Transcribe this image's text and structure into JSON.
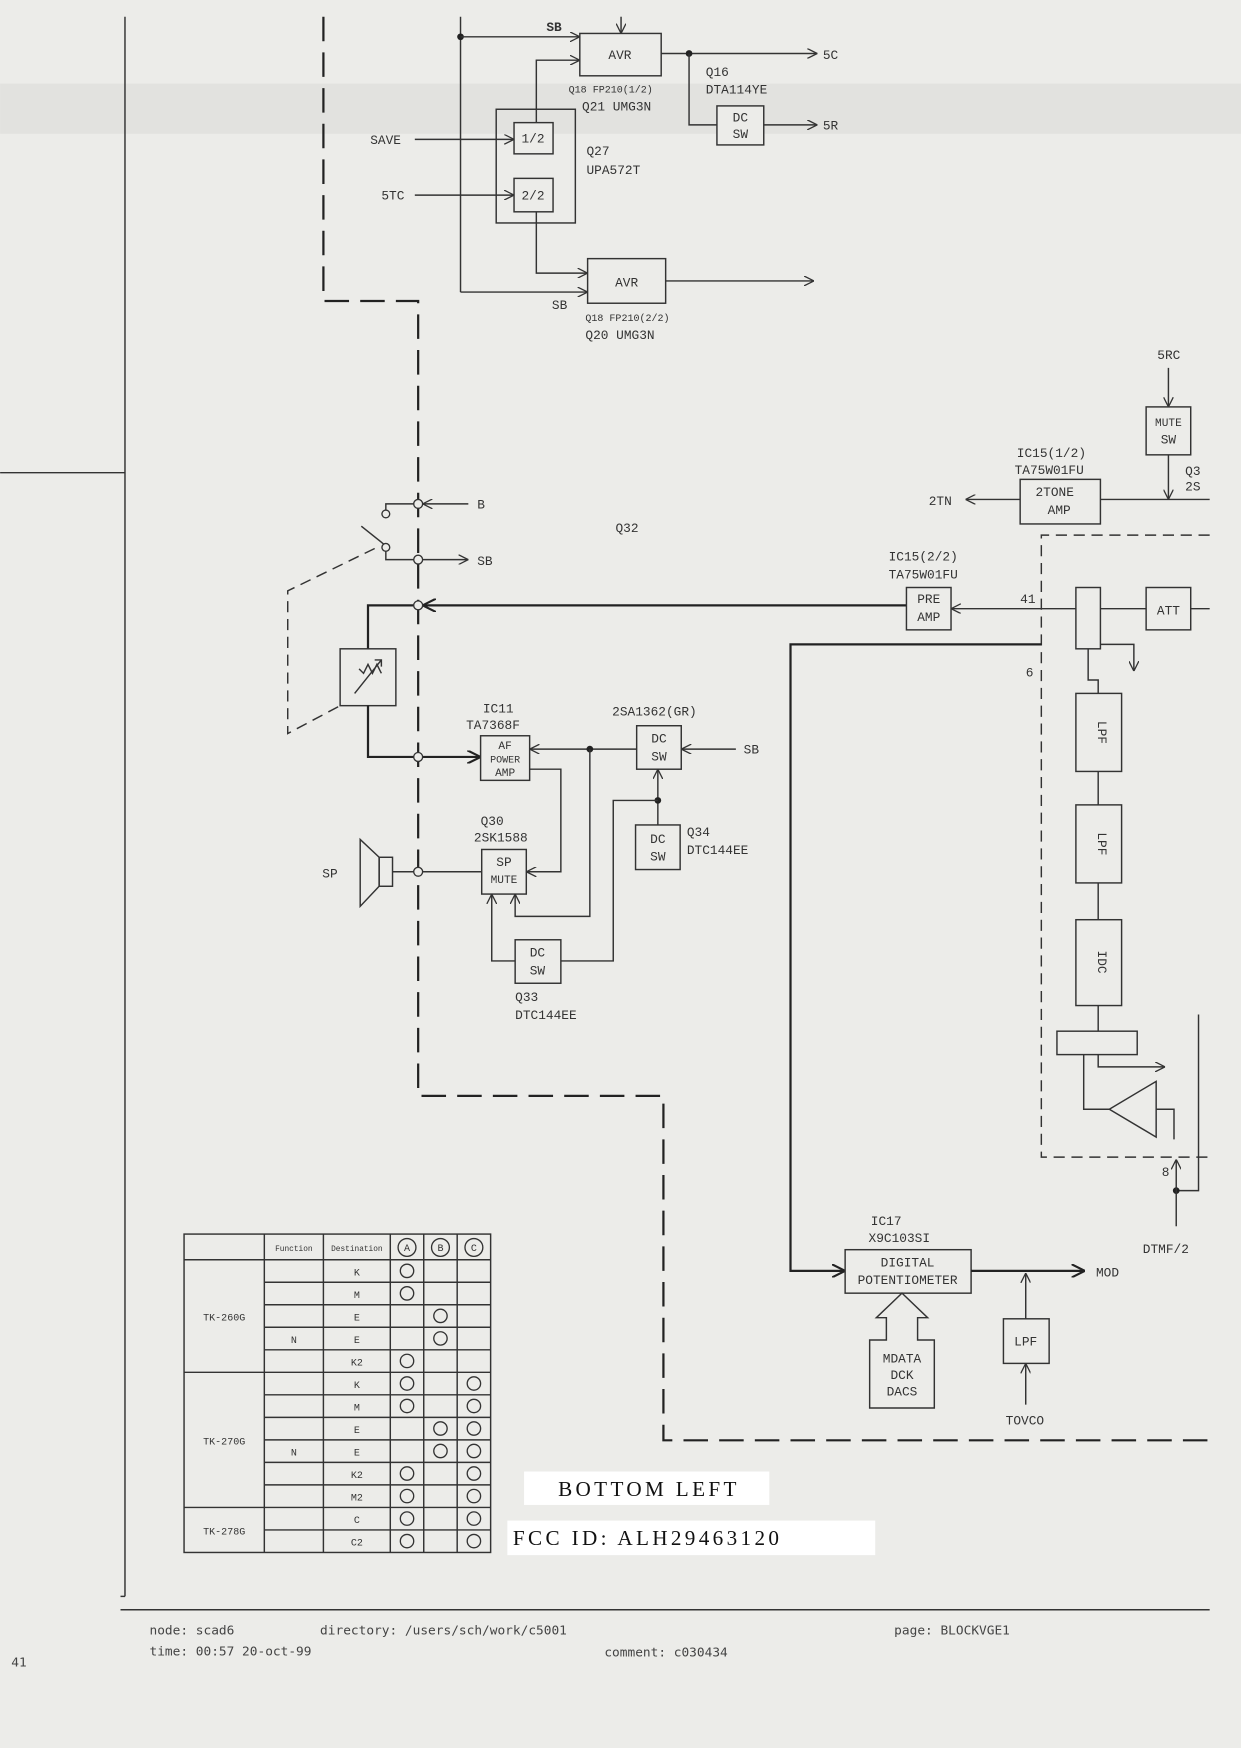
{
  "top": {
    "sb_top": "SB",
    "avr1": "AVR",
    "avr1_part1": "Q18 FP210(1/2)",
    "avr1_part2": "Q21 UMG3N",
    "out_5c": "5C",
    "q16": "Q16",
    "q16_part": "DTA114YE",
    "dcsw": [
      "DC",
      "SW"
    ],
    "out_5r": "5R",
    "save": "SAVE",
    "in_5tc": "5TC",
    "half1": "1/2",
    "half2": "2/2",
    "q27": "Q27",
    "q27_part": "UPA572T",
    "avr2": "AVR",
    "sb_bottom": "SB",
    "avr2_part1": "Q18 FP210(2/2)",
    "avr2_part2": "Q20 UMG3N"
  },
  "middle": {
    "b": "B",
    "sb_out": "SB",
    "q32": "Q32",
    "ic11": "IC11",
    "ic11_part": "TA7368F",
    "af_amp": [
      "AF",
      "POWER",
      "AMP"
    ],
    "q_2sa": "2SA1362(GR)",
    "dcsw_top": [
      "DC",
      "SW"
    ],
    "sb_in": "SB",
    "q30": "Q30",
    "q30_part": "2SK1588",
    "sp_mute": [
      "SP",
      "MUTE"
    ],
    "sp": "SP",
    "q34": "Q34",
    "q34_part": "DTC144EE",
    "dcsw_q34": [
      "DC",
      "SW"
    ],
    "q33": "Q33",
    "q33_part": "DTC144EE",
    "dcsw_q33": [
      "DC",
      "SW"
    ]
  },
  "right": {
    "in_5rc": "5RC",
    "mute_sw": [
      "MUTE",
      "SW"
    ],
    "q3": "Q3",
    "q3_part": "2S",
    "ic15a": "IC15(1/2)",
    "ic15a_part": "TA75W01FU",
    "tone_amp": [
      "2TONE",
      "AMP"
    ],
    "out_2tn": "2TN",
    "ic15b": "IC15(2/2)",
    "ic15b_part": "TA75W01FU",
    "pre_amp": [
      "PRE",
      "AMP"
    ],
    "pin41": "41",
    "att": "ATT",
    "pin6": "6",
    "lpf1": "LPF",
    "lpf2": "LPF",
    "idc": "IDC",
    "pin8": "8",
    "dtmf": "DTMF/2",
    "ic17": "IC17",
    "ic17_part": "X9C103SI",
    "digital_pot": [
      "DIGITAL",
      "POTENTIOMETER"
    ],
    "mod": "MOD",
    "lpf3": "LPF",
    "tovco": "TOVCO",
    "mdata": [
      "MDATA",
      "DCK",
      "DACS"
    ]
  },
  "table": {
    "headers": [
      "",
      "Function",
      "Destination",
      "A",
      "B",
      "C"
    ],
    "groups": [
      {
        "model": "TK-260G",
        "rows": [
          {
            "function": "",
            "destination": "K",
            "a": true,
            "b": false,
            "c": false
          },
          {
            "function": "",
            "destination": "M",
            "a": true,
            "b": false,
            "c": false
          },
          {
            "function": "",
            "destination": "E",
            "a": false,
            "b": true,
            "c": false
          },
          {
            "function": "N",
            "destination": "E",
            "a": false,
            "b": true,
            "c": false
          },
          {
            "function": "",
            "destination": "K2",
            "a": true,
            "b": false,
            "c": false
          }
        ]
      },
      {
        "model": "TK-270G",
        "rows": [
          {
            "function": "",
            "destination": "K",
            "a": true,
            "b": false,
            "c": true
          },
          {
            "function": "",
            "destination": "M",
            "a": true,
            "b": false,
            "c": true
          },
          {
            "function": "",
            "destination": "E",
            "a": false,
            "b": true,
            "c": true
          },
          {
            "function": "N",
            "destination": "E",
            "a": false,
            "b": true,
            "c": true
          },
          {
            "function": "",
            "destination": "K2",
            "a": true,
            "b": false,
            "c": true
          },
          {
            "function": "",
            "destination": "M2",
            "a": true,
            "b": false,
            "c": true
          }
        ]
      },
      {
        "model": "TK-278G",
        "rows": [
          {
            "function": "",
            "destination": "C",
            "a": true,
            "b": false,
            "c": true
          },
          {
            "function": "",
            "destination": "C2",
            "a": true,
            "b": false,
            "c": true
          }
        ]
      }
    ]
  },
  "stamps": {
    "bottom_left": "BOTTOM LEFT",
    "fcc": "FCC ID: ALH29463120"
  },
  "footer": {
    "node": "node: scad6",
    "directory": "directory: /users/sch/work/c5001",
    "page": "page: BLOCKVGE1",
    "time": "time: 00:57 20-oct-99",
    "comment": "comment: c030434",
    "page_number": "41"
  }
}
